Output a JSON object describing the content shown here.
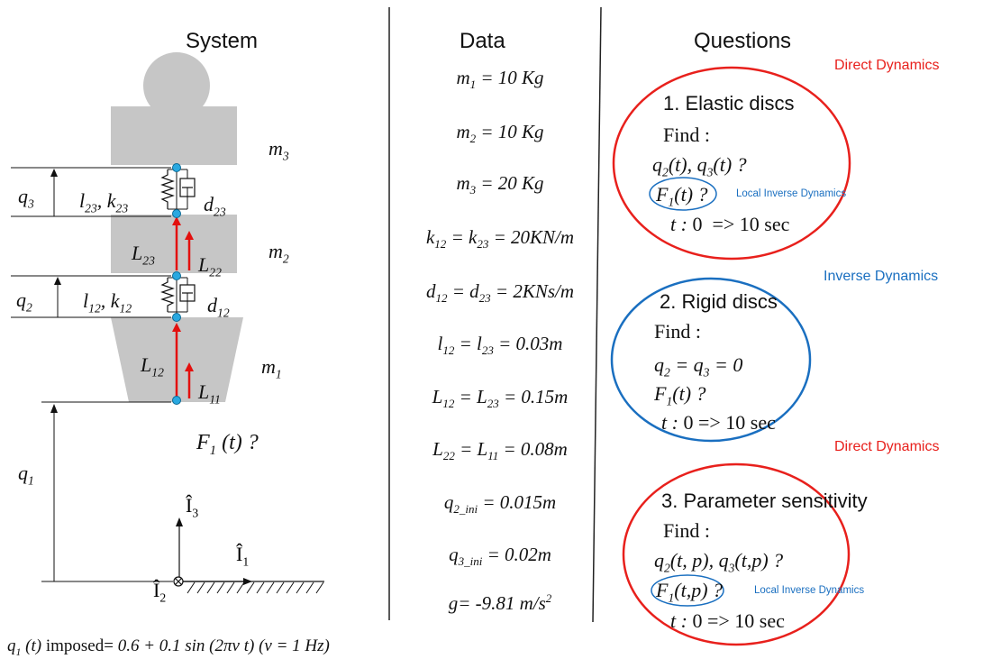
{
  "headers": {
    "system": "System",
    "data": "Data",
    "questions": "Questions"
  },
  "system": {
    "mass_labels": [
      "m3",
      "m2",
      "m1"
    ],
    "q_labels": [
      "q3",
      "q2",
      "q1"
    ],
    "spring_labels": [
      "l23, k23",
      "l12, k12"
    ],
    "damper_labels": [
      "d23",
      "d12"
    ],
    "length_labels": [
      "L23",
      "L22",
      "L12",
      "L11"
    ],
    "force_label": "F1 (t) ?",
    "frame_labels": [
      "Î3",
      "Î2",
      "Î1"
    ],
    "imposed": "q1 (t) imposed= 0.6 + 0.1 sin (2πν t) (ν = 1 Hz)"
  },
  "data_items": [
    "m1 = 10 Kg",
    "m2 = 10 Kg",
    "m3 = 20 Kg",
    "k12 = k23 = 20KN/m",
    "d12 = d23 = 2KNs/m",
    "l12 = l23 = 0.03m",
    "L12 = L23 = 0.15m",
    "L22 = L11 = 0.08m",
    "q2_ini = 0.015m",
    "q3_ini = 0.02m",
    "g= -9.81 m/s2"
  ],
  "questions": [
    {
      "tag": "Direct Dynamics",
      "title": "1. Elastic discs",
      "find": "Find :",
      "line1": "q2(t), q3(t) ?",
      "line2": "F1(t) ?",
      "sub_tag": "Local Inverse Dynamics",
      "time": "t : 0 => 10 sec"
    },
    {
      "tag": "Inverse Dynamics",
      "title": "2. Rigid discs",
      "find": "Find :",
      "line1": "q2 = q3 = 0",
      "line2": "F1(t) ?",
      "time": "t : 0 => 10 sec"
    },
    {
      "tag": "Direct Dynamics",
      "title": "3. Parameter sensitivity",
      "find": "Find :",
      "line1": "q2(t, p), q3(t,p) ?",
      "line2": "F1(t,p) ?",
      "sub_tag": "Local Inverse Dynamics",
      "time": "t : 0 => 10 sec"
    }
  ],
  "colors": {
    "body_gray": "#c6c6c6",
    "joint_blue": "#29a8e0",
    "arrow_red": "#e3100e",
    "ellipse_red": "#e8201c",
    "ellipse_blue": "#1a6fc0"
  }
}
